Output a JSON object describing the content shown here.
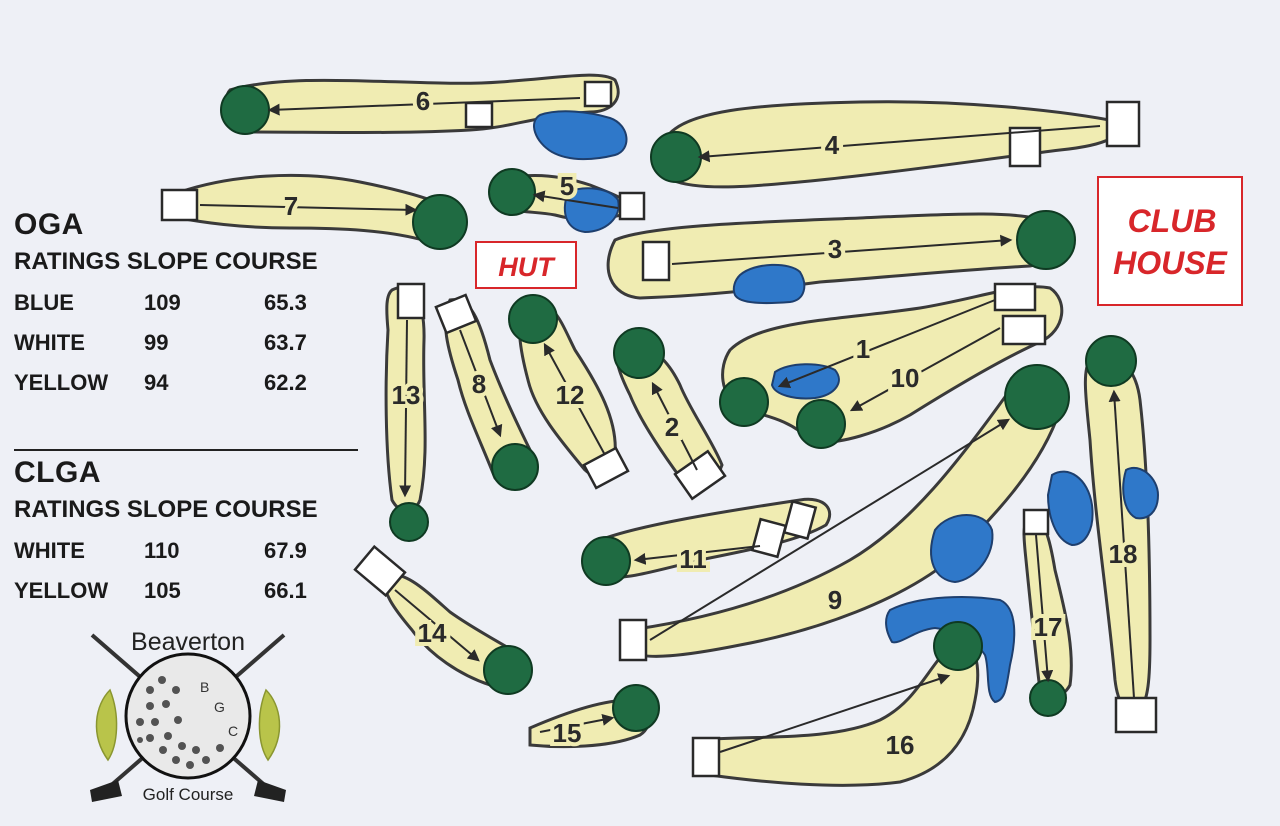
{
  "holes": [
    {
      "number": "1"
    },
    {
      "number": "2"
    },
    {
      "number": "3"
    },
    {
      "number": "4"
    },
    {
      "number": "5"
    },
    {
      "number": "6"
    },
    {
      "number": "7"
    },
    {
      "number": "8"
    },
    {
      "number": "9"
    },
    {
      "number": "10"
    },
    {
      "number": "11"
    },
    {
      "number": "12"
    },
    {
      "number": "13"
    },
    {
      "number": "14"
    },
    {
      "number": "15"
    },
    {
      "number": "16"
    },
    {
      "number": "17"
    },
    {
      "number": "18"
    }
  ],
  "buildings": {
    "hut": "HUT",
    "club_line1": "CLUB",
    "club_line2": "HOUSE"
  },
  "ratings": {
    "oga": {
      "title": "OGA",
      "header": "RATINGS SLOPE COURSE",
      "rows": [
        {
          "tee": "BLUE",
          "slope": "109",
          "course": "65.3"
        },
        {
          "tee": "WHITE",
          "slope": "99",
          "course": "63.7"
        },
        {
          "tee": "YELLOW",
          "slope": "94",
          "course": "62.2"
        }
      ]
    },
    "clga": {
      "title": "CLGA",
      "header": "RATINGS SLOPE COURSE",
      "rows": [
        {
          "tee": "WHITE",
          "slope": "110",
          "course": "67.9"
        },
        {
          "tee": "YELLOW",
          "slope": "105",
          "course": "66.1"
        }
      ]
    }
  },
  "logo": {
    "name": "Beaverton",
    "initials": [
      "B",
      "G",
      "C"
    ],
    "subtitle": "Golf Course"
  },
  "colors": {
    "fairway": "#f0ecb2",
    "green": "#1f6b42",
    "water": "#2f78c9",
    "outline": "#3a3a3a",
    "label_red": "#d8262a",
    "background": "#eef0f6"
  }
}
